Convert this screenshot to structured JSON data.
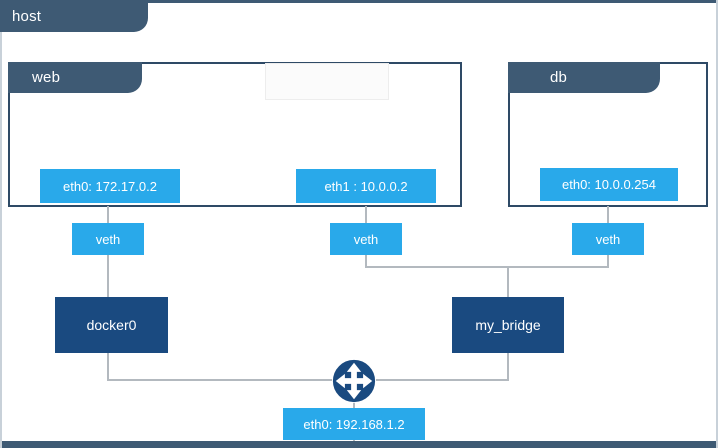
{
  "colors": {
    "slate": "#3e5a74",
    "border": "#2e4a66",
    "blue": "#29a9ea",
    "navy": "#1a4a80",
    "line": "#b3b9bf",
    "frameSide": "#c8d1d9",
    "ghostBg": "#fbfbfb",
    "ghostBorder": "#ededed"
  },
  "host": {
    "label": "host"
  },
  "web": {
    "label": "web",
    "eth0": "eth0: 172.17.0.2",
    "eth1": "eth1 : 10.0.0.2"
  },
  "db": {
    "label": "db",
    "eth0": "eth0: 10.0.0.254"
  },
  "veth": {
    "label": "veth"
  },
  "bridges": {
    "docker0": "docker0",
    "my_bridge": "my_bridge"
  },
  "host_eth0": {
    "label": "eth0: 192.168.1.2"
  },
  "icons": {
    "router": "four-way-arrows-router"
  }
}
